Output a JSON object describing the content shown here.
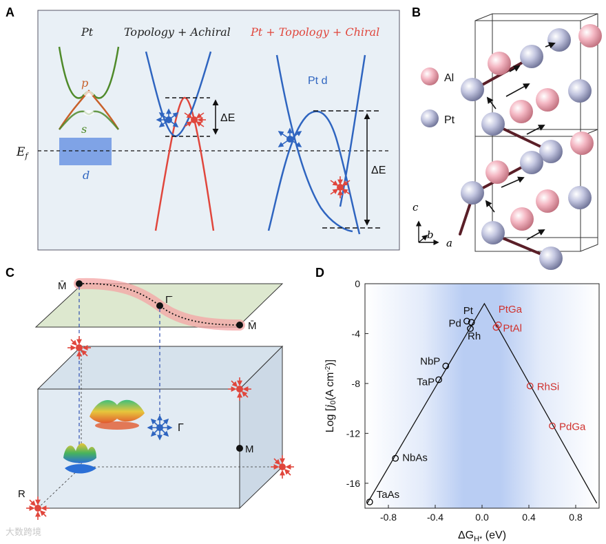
{
  "panel_labels": {
    "a": "A",
    "b": "B",
    "c": "C",
    "d": "D"
  },
  "panel_a": {
    "titles": {
      "pt": "Pt",
      "achiral": "Topology + Achiral",
      "chiral": "Pt + Topology + Chiral"
    },
    "band_p": "p",
    "band_s": "s",
    "band_d": "d",
    "fermi_main": "E",
    "fermi_sub": "f",
    "delta_e_1": "ΔE",
    "delta_e_2": "ΔE",
    "pt_d_label": "Pt d",
    "colors": {
      "background": "#e9f0f6",
      "blue": "#2f65c0",
      "red": "#e0463c",
      "green": "#4f8a2a",
      "orange": "#c8602a",
      "d_box": "#7fa3e6"
    }
  },
  "panel_b": {
    "legend": [
      {
        "label": "Al",
        "color": "#f3b6c2"
      },
      {
        "label": "Pt",
        "color": "#bfc2dd"
      }
    ],
    "axes": {
      "c": "c",
      "b": "b",
      "a": "a"
    }
  },
  "panel_c": {
    "labels": {
      "m_bar_left": "M̄",
      "gamma_bar": "Γ̄",
      "m_bar_right": "M̄",
      "gamma": "Γ",
      "m": "M",
      "r": "R"
    }
  },
  "chart_data": {
    "type": "scatter",
    "xlabel": "ΔG",
    "xlabel_sub": "H*",
    "xlabel_unit": " (eV)",
    "ylabel": "Log [j0(A cm-2)]",
    "xlim": [
      -1.0,
      1.0
    ],
    "ylim": [
      -18,
      0
    ],
    "xticks": [
      -0.8,
      -0.4,
      0.0,
      0.4,
      0.8
    ],
    "xtick_labels": [
      "-0.8",
      "-0.4",
      "0.0",
      "0.4",
      "0.8"
    ],
    "yticks": [
      0,
      -4,
      -8,
      -12,
      -16
    ],
    "ytick_labels": [
      "0",
      "-4",
      "-8",
      "-12",
      "-16"
    ],
    "volcano_line": {
      "x": [
        -0.98,
        0.02,
        0.98
      ],
      "y": [
        -17.6,
        -1.6,
        -17.6
      ]
    },
    "series": [
      {
        "name": "TaAs",
        "x": -0.96,
        "y": -17.5,
        "color": "#000000"
      },
      {
        "name": "NbAs",
        "x": -0.74,
        "y": -14.0,
        "color": "#000000"
      },
      {
        "name": "TaP",
        "x": -0.37,
        "y": -7.7,
        "color": "#000000"
      },
      {
        "name": "NbP",
        "x": -0.31,
        "y": -6.6,
        "color": "#000000"
      },
      {
        "name": "Pd",
        "x": -0.13,
        "y": -3.0,
        "color": "#000000"
      },
      {
        "name": "Pt",
        "x": -0.09,
        "y": -3.1,
        "color": "#000000"
      },
      {
        "name": "Rh",
        "x": -0.1,
        "y": -3.6,
        "color": "#000000"
      },
      {
        "name": "PtGa",
        "x": 0.14,
        "y": -3.3,
        "color": "#d0312d"
      },
      {
        "name": "PtAl",
        "x": 0.12,
        "y": -3.5,
        "color": "#d0312d"
      },
      {
        "name": "RhSi",
        "x": 0.41,
        "y": -8.2,
        "color": "#d0312d"
      },
      {
        "name": "PdGa",
        "x": 0.6,
        "y": -11.4,
        "color": "#d0312d"
      }
    ]
  },
  "watermark": "大数跨境"
}
